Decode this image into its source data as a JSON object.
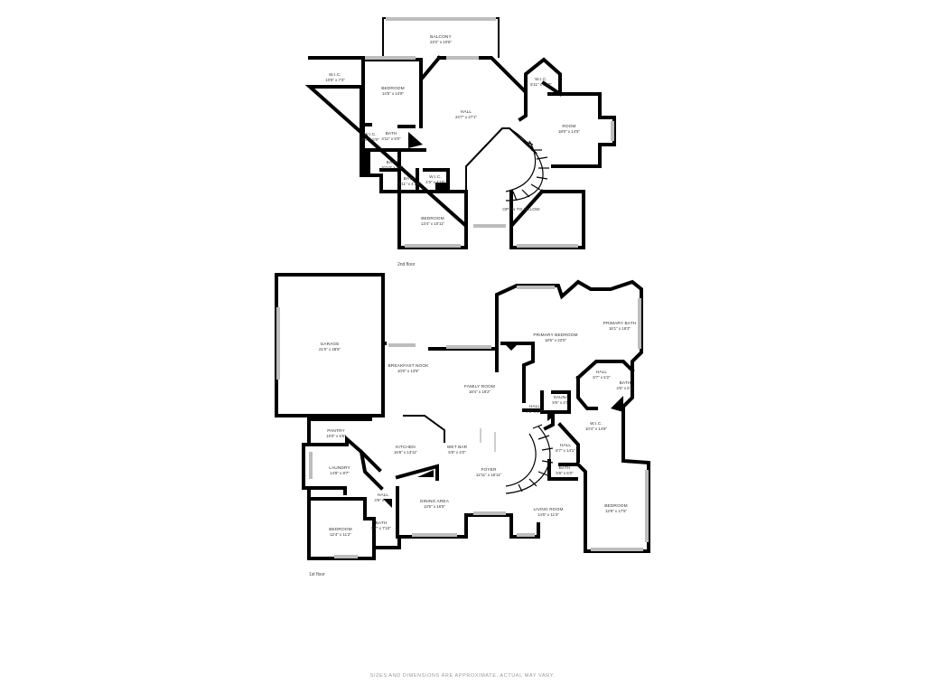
{
  "floors": [
    {
      "label": "2nd floor",
      "rooms": [
        {
          "name": "BALCONY",
          "dim": "23'2\" x 10'6\""
        },
        {
          "name": "W.I.C.",
          "dim": "10'5\" x 7'3\""
        },
        {
          "name": "BEDROOM",
          "dim": "14'5\" x 14'8\""
        },
        {
          "name": "HALL",
          "dim": "24'7\" x 27'1\""
        },
        {
          "name": "W.I.C.",
          "dim": "6'11\" x 6'10\""
        },
        {
          "name": "ROOM",
          "dim": "18'0\" x 14'5\""
        },
        {
          "name": "W.I.C.",
          "dim": "5'0\" x 5'0\""
        },
        {
          "name": "BATH",
          "dim": "4'11\" x 5'0\""
        },
        {
          "name": "BATH",
          "dim": "10'10\" x 8'3\""
        },
        {
          "name": "BATH",
          "dim": "5'11\" x 4'10\""
        },
        {
          "name": "W.I.C.",
          "dim": "4'5\" x 4'10\""
        },
        {
          "name": "BEDROOM",
          "dim": "13'4\" x 10'11\""
        },
        {
          "name": "OPEN TO BELOW",
          "dim": ""
        }
      ]
    },
    {
      "label": "1st floor",
      "rooms": [
        {
          "name": "GARAGE",
          "dim": "21'0\" x 28'5\""
        },
        {
          "name": "BREAKFAST NOOK",
          "dim": "10'0\" x 13'5\""
        },
        {
          "name": "FAMILY ROOM",
          "dim": "18'4\" x 18'2\""
        },
        {
          "name": "PRIMARY BEDROOM",
          "dim": "18'5\" x 22'0\""
        },
        {
          "name": "PRIMARY BATH",
          "dim": "16'1\" x 18'3\""
        },
        {
          "name": "HALL",
          "dim": "5'7\" x 5'2\""
        },
        {
          "name": "BATH",
          "dim": "4'6\" x 6'3\""
        },
        {
          "name": "HALL",
          "dim": "7'0\" x 8'7\""
        },
        {
          "name": "SAUNA",
          "dim": "5'6\" x 4'9\""
        },
        {
          "name": "W.I.C.",
          "dim": "10'4\" x 14'8\""
        },
        {
          "name": "PANTRY",
          "dim": "10'0\" x 5'5\""
        },
        {
          "name": "KITCHEN",
          "dim": "16'8\" x 13'11\""
        },
        {
          "name": "WET BAR",
          "dim": "6'8\" x 4'0\""
        },
        {
          "name": "HALL",
          "dim": "8'7\" x 14'1\""
        },
        {
          "name": "LAUNDRY",
          "dim": "14'8\" x 8'7\""
        },
        {
          "name": "FOYER",
          "dim": "12'11\" x 15'11\""
        },
        {
          "name": "BATH",
          "dim": "5'8\" x 5'0\""
        },
        {
          "name": "HALL",
          "dim": "4'9\" x 5'4\""
        },
        {
          "name": "DINING AREA",
          "dim": "13'5\" x 16'5\""
        },
        {
          "name": "BEDROOM",
          "dim": "12'4\" x 11'2\""
        },
        {
          "name": "BATH",
          "dim": "5'7\" x 7'10\""
        },
        {
          "name": "LIVING ROOM",
          "dim": "14'5\" x 11'3\""
        },
        {
          "name": "BEDROOM",
          "dim": "12'8\" x 17'5\""
        }
      ]
    }
  ],
  "disclaimer": "SIZES AND DIMENSIONS ARE APPROXIMATE, ACTUAL MAY VARY."
}
